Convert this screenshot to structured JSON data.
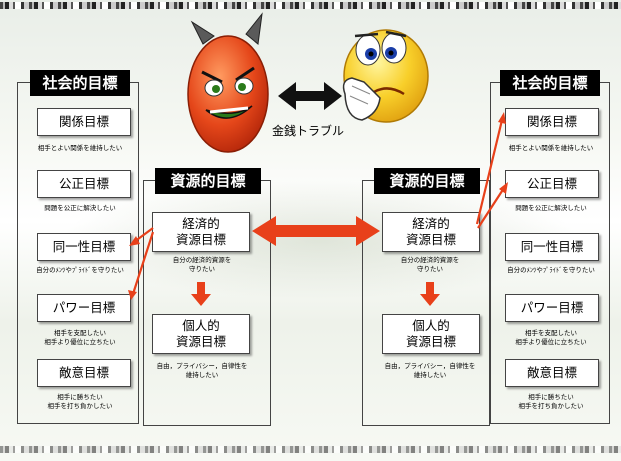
{
  "money_label": "金銭トラブル",
  "left": {
    "social": {
      "title": "社会的目標",
      "goals": [
        {
          "label": "関係目標",
          "note": "相手とよい関係を維持したい"
        },
        {
          "label": "公正目標",
          "note": "問題を公正に解決したい"
        },
        {
          "label": "同一性目標",
          "note": "自分のﾒﾝﾂやﾌﾟﾗｲﾄﾞを守りたい"
        },
        {
          "label": "パワー目標",
          "note1": "相手を支配したい",
          "note2": "相手より優位に立ちたい"
        },
        {
          "label": "敵意目標",
          "note1": "相手に勝ちたい",
          "note2": "相手を打ち負かしたい"
        }
      ]
    },
    "resource": {
      "title": "資源的目標",
      "economic": {
        "line1": "経済的",
        "line2": "資源目標",
        "note1": "自分の経済的資源を",
        "note2": "守りたい"
      },
      "personal": {
        "line1": "個人的",
        "line2": "資源目標",
        "note1": "自由，プライバシー，自律性を",
        "note2": "維持したい"
      }
    }
  },
  "right": {
    "social": {
      "title": "社会的目標",
      "goals": [
        {
          "label": "関係目標",
          "note": "相手とよい関係を維持したい"
        },
        {
          "label": "公正目標",
          "note": "問題を公正に解決したい"
        },
        {
          "label": "同一性目標",
          "note": "自分のﾒﾝﾂやﾌﾟﾗｲﾄﾞを守りたい"
        },
        {
          "label": "パワー目標",
          "note1": "相手を支配したい",
          "note2": "相手より優位に立ちたい"
        },
        {
          "label": "敵意目標",
          "note1": "相手に勝ちたい",
          "note2": "相手を打ち負かしたい"
        }
      ]
    },
    "resource": {
      "title": "資源的目標",
      "economic": {
        "line1": "経済的",
        "line2": "資源目標",
        "note1": "自分の経済的資源を",
        "note2": "守りたい"
      },
      "personal": {
        "line1": "個人的",
        "line2": "資源目標",
        "note1": "自由，プライバシー，自律性を",
        "note2": "維持したい"
      }
    }
  },
  "colors": {
    "arrow": "#e8401a",
    "devil": "#e5471a",
    "smiley": "#f4c21d"
  },
  "icons": [
    "devil-face-icon",
    "thinking-face-icon",
    "double-arrow-icon"
  ]
}
